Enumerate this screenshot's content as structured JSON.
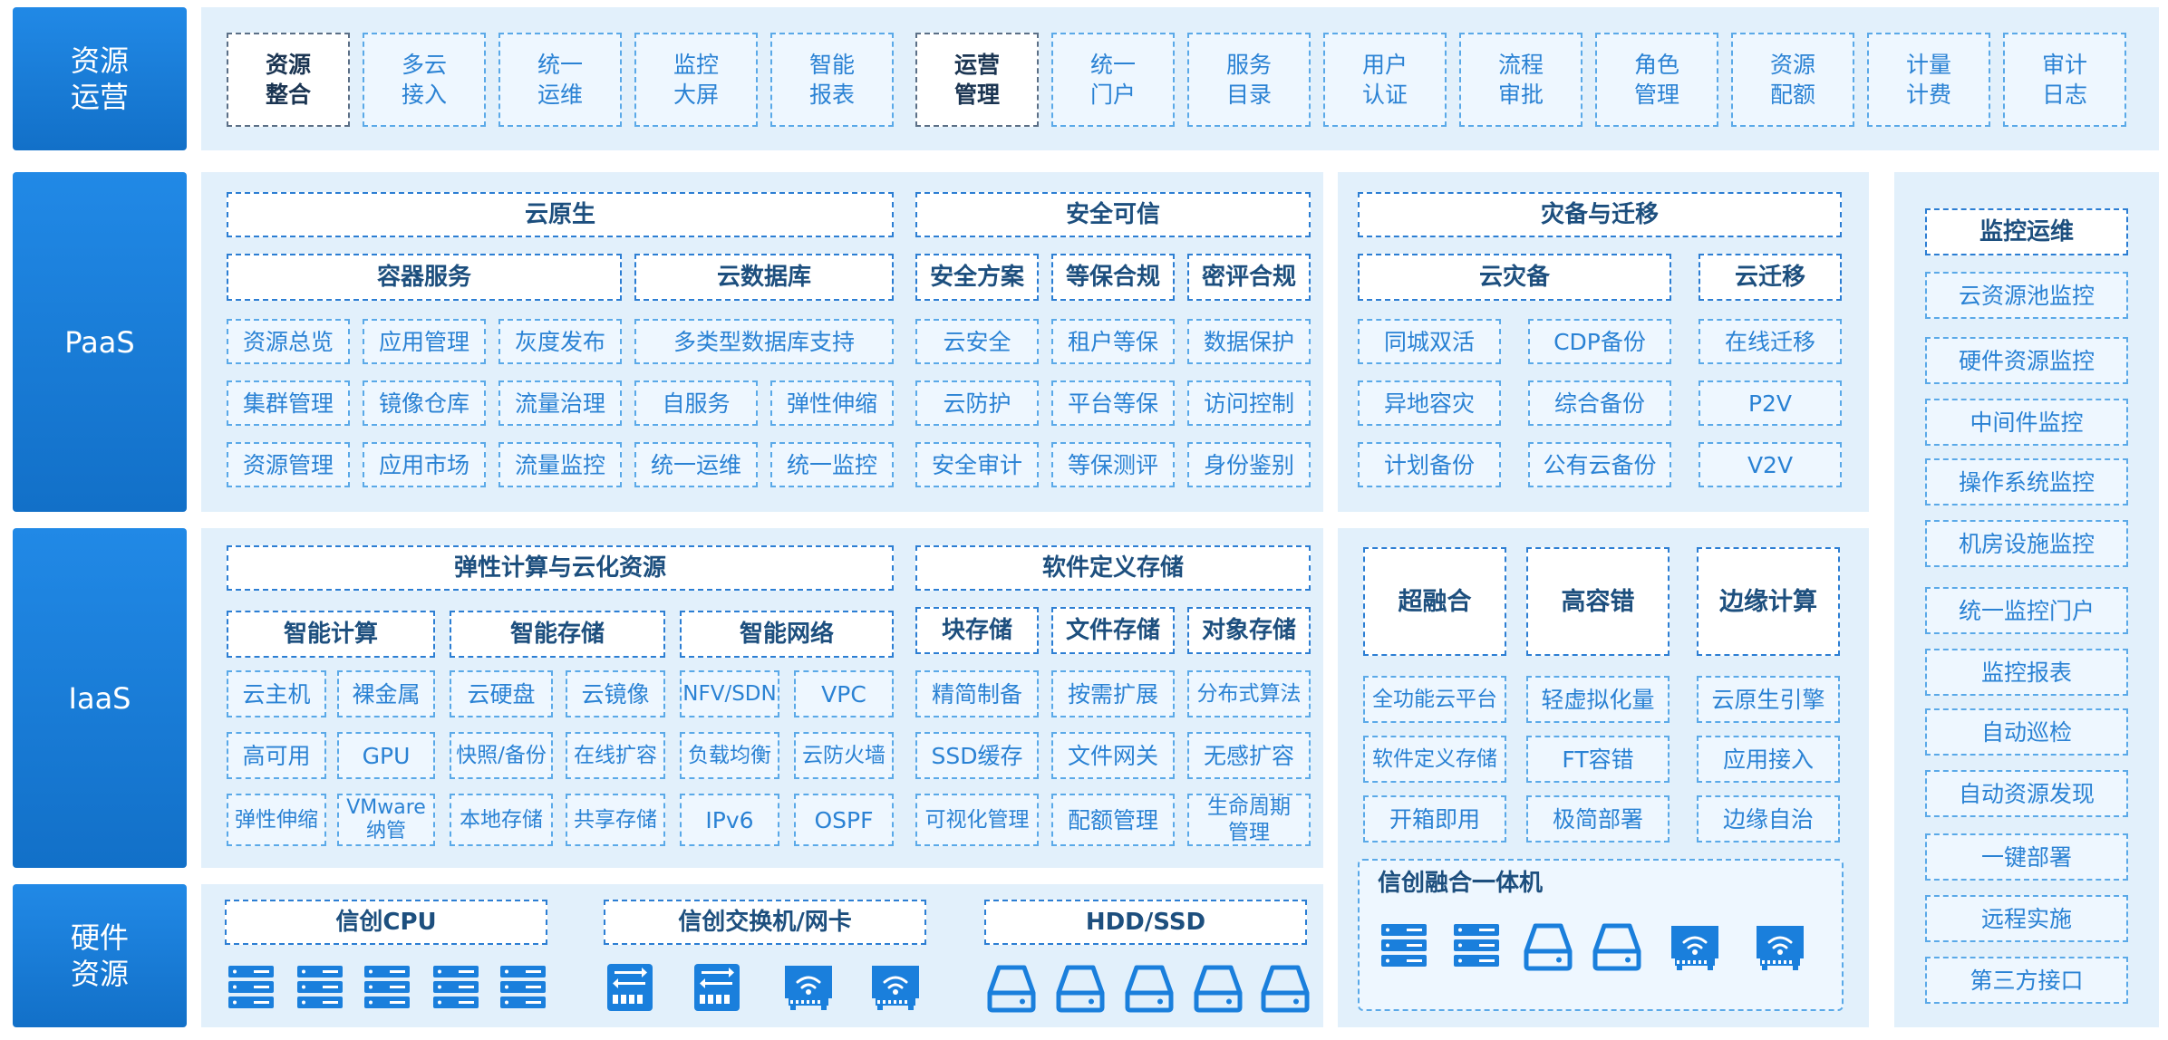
{
  "rows": {
    "operations": "资源\n运营",
    "paas": "PaaS",
    "iaas": "IaaS",
    "hardware": "硬件\n资源"
  },
  "ops": {
    "items": [
      "资源\n整合",
      "多云\n接入",
      "统一\n运维",
      "监控\n大屏",
      "智能\n报表",
      "运营\n管理",
      "统一\n门户",
      "服务\n目录",
      "用户\n认证",
      "流程\n审批",
      "角色\n管理",
      "资源\n配额",
      "计量\n计费",
      "审计\n日志"
    ]
  },
  "paas": {
    "cloud_native": {
      "title": "云原生",
      "container": {
        "title": "容器服务",
        "items": [
          "资源总览",
          "应用管理",
          "灰度发布",
          "集群管理",
          "镜像仓库",
          "流量治理",
          "资源管理",
          "应用市场",
          "流量监控"
        ]
      },
      "database": {
        "title": "云数据库",
        "items": [
          "多类型数据库支持",
          "自服务",
          "弹性伸缩",
          "统一运维",
          "统一监控"
        ]
      }
    },
    "security": {
      "title": "安全可信",
      "sub": [
        "安全方案",
        "等保合规",
        "密评合规"
      ],
      "items": [
        "云安全",
        "租户等保",
        "数据保护",
        "云防护",
        "平台等保",
        "访问控制",
        "安全审计",
        "等保测评",
        "身份鉴别"
      ]
    },
    "dr": {
      "title": "灾备与迁移",
      "backup": {
        "title": "云灾备",
        "items": [
          "同城双活",
          "CDP备份",
          "异地容灾",
          "综合备份",
          "计划备份",
          "公有云备份"
        ]
      },
      "migration": {
        "title": "云迁移",
        "items": [
          "在线迁移",
          "P2V",
          "V2V"
        ]
      }
    }
  },
  "iaas": {
    "compute": {
      "title": "弹性计算与云化资源",
      "smart_compute": {
        "title": "智能计算",
        "items": [
          "云主机",
          "裸金属",
          "高可用",
          "GPU",
          "弹性伸缩",
          "VMware\n纳管"
        ]
      },
      "smart_storage": {
        "title": "智能存储",
        "items": [
          "云硬盘",
          "云镜像",
          "快照/备份",
          "在线扩容",
          "本地存储",
          "共享存储"
        ]
      },
      "smart_network": {
        "title": "智能网络",
        "items": [
          "NFV/SDN",
          "VPC",
          "负载均衡",
          "云防火墙",
          "IPv6",
          "OSPF"
        ]
      }
    },
    "sds": {
      "title": "软件定义存储",
      "sub": [
        "块存储",
        "文件存储",
        "对象存储"
      ],
      "items": [
        "精简制备",
        "按需扩展",
        "分布式算法",
        "SSD缓存",
        "文件网关",
        "无感扩容",
        "可视化管理",
        "配额管理",
        "生命周期\n管理"
      ]
    },
    "hci": {
      "big": [
        "超融合",
        "高容错",
        "边缘计算"
      ],
      "items": [
        "全功能云平台",
        "轻虚拟化量",
        "云原生引擎",
        "软件定义存储",
        "FT容错",
        "应用接入",
        "开箱即用",
        "极简部署",
        "边缘自治"
      ]
    }
  },
  "hardware": {
    "cpu": "信创CPU",
    "switch": "信创交换机/网卡",
    "disk": "HDD/SSD",
    "appliance": "信创融合一体机"
  },
  "monitoring": {
    "title": "监控运维",
    "items": [
      "云资源池监控",
      "硬件资源监控",
      "中间件监控",
      "操作系统监控",
      "机房设施监控",
      "统一监控门户",
      "监控报表",
      "自动巡检",
      "自动资源发现",
      "一键部署",
      "远程实施",
      "第三方接口"
    ]
  },
  "icons": [
    "server-icon",
    "switch-icon",
    "network-card-icon",
    "disk-icon"
  ],
  "colors": {
    "label_bg": "#1a7fdc",
    "panel_bg": "#e2f0fb",
    "border": "#5aa9e8",
    "text": "#2a82d4"
  }
}
